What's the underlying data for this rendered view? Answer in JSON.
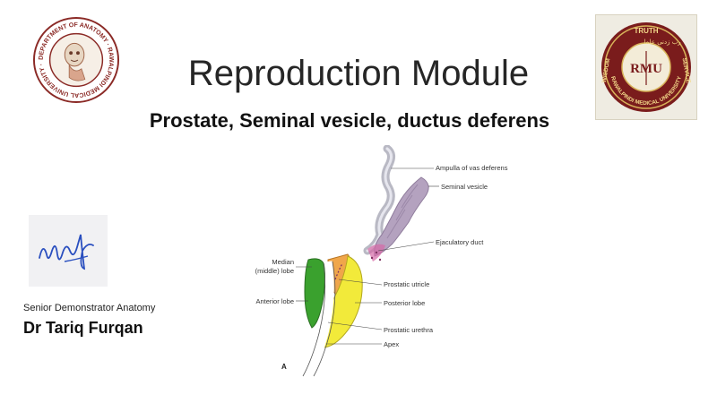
{
  "slide": {
    "title": "Reproduction Module",
    "subtitle": "Prostate,  Seminal vesicle, ductus deferens"
  },
  "presenter": {
    "role": "Senior Demonstrator Anatomy",
    "name": "Dr Tariq Furqan"
  },
  "logos": {
    "left": {
      "ring_text": "DEPARTMENT OF ANATOMY · RAWALPINDI MEDICAL UNIVERSITY ·",
      "icon": "anatomy-skull-logo"
    },
    "right": {
      "top_text": "TRUTH",
      "arabic_text": "رب زدنی علما",
      "monogram": "RMU",
      "ring_text": "RAWALPINDI MEDICAL UNIVERSITY",
      "left_word": "WISDOM",
      "right_word": "SERVICE",
      "icon": "university-seal"
    }
  },
  "diagram": {
    "labels": {
      "ampulla": "Ampulla of vas deferens",
      "seminal_vesicle": "Seminal vesicle",
      "ejaculatory_duct": "Ejaculatory duct",
      "median_lobe_1": "Median",
      "median_lobe_2": "(middle) lobe",
      "anterior_lobe": "Anterior lobe",
      "prostatic_utricle": "Prostatic utricle",
      "posterior_lobe": "Posterior lobe",
      "prostatic_urethra": "Prostatic urethra",
      "apex": "Apex",
      "panel_letter": "A"
    },
    "colors": {
      "anterior_lobe": "#3aa12e",
      "posterior_lobe": "#f2ea3a",
      "median_lobe": "#f0a64a",
      "seminal_vesicle": "#b4a2bf",
      "ejaculatory_duct": "#d56aa6"
    }
  }
}
